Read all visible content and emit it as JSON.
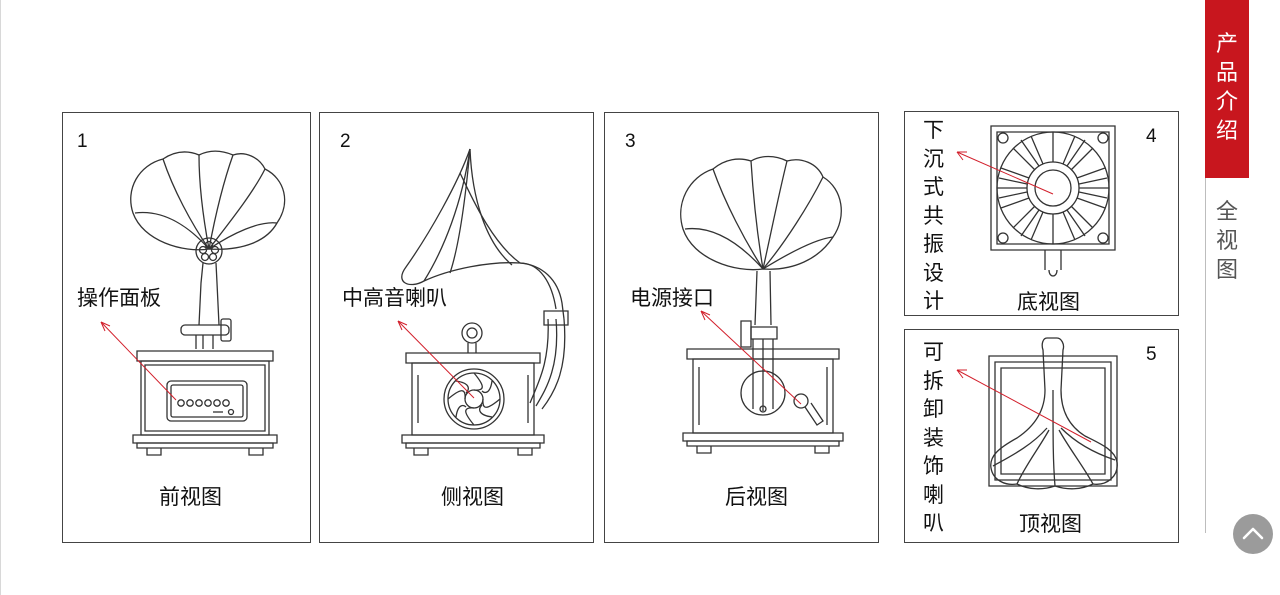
{
  "panels": [
    {
      "number": "1",
      "caption": "前视图",
      "callout": "操作面板"
    },
    {
      "number": "2",
      "caption": "侧视图",
      "callout": "中高音喇叭"
    },
    {
      "number": "3",
      "caption": "后视图",
      "callout": "电源接口"
    },
    {
      "number": "4",
      "caption": "底视图",
      "callout": "下沉式共振设计"
    },
    {
      "number": "5",
      "caption": "顶视图",
      "callout": "可拆卸装饰喇叭"
    }
  ],
  "nav": {
    "active_tab": "产品介绍",
    "inactive_tab": "全视图"
  },
  "icons": {
    "back_to_top": "chevron-up-icon"
  },
  "colors": {
    "accent": "#c8161e",
    "callout_arrow": "#d21f2b",
    "line_art": "#333333",
    "button_bg": "#9b9b9b"
  }
}
